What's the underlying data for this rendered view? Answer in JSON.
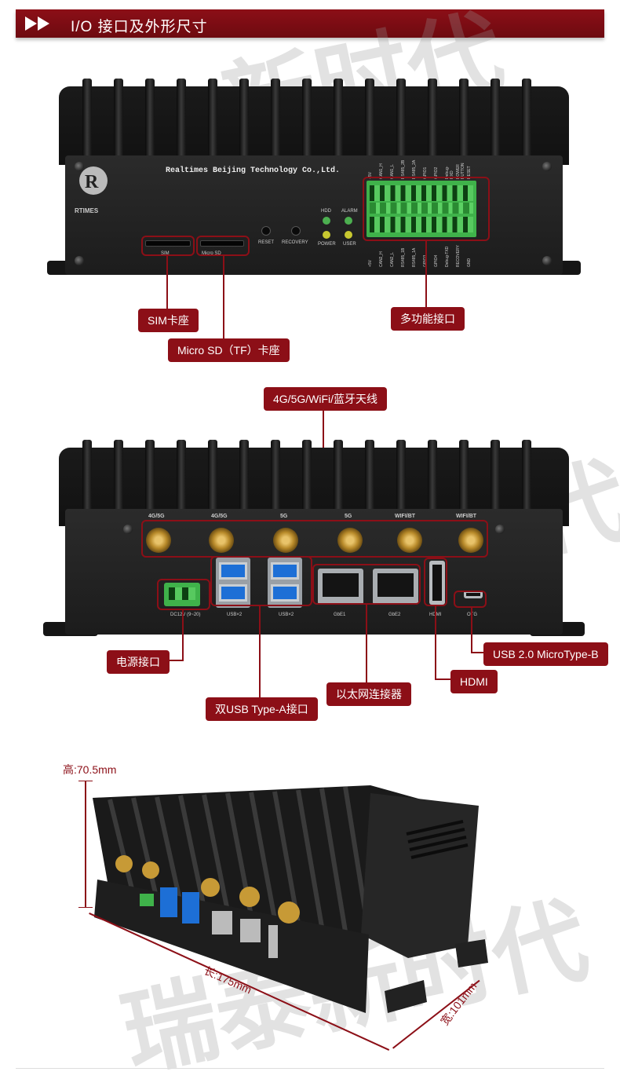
{
  "header": {
    "title": "I/O 接口及外形尺寸"
  },
  "section1": {
    "company": "Realtimes Beijing Technology Co.,Ltd.",
    "logo_text": "RTIMES",
    "led_labels": [
      "HDD",
      "ALARM",
      "POWER",
      "USER"
    ],
    "button_labels": [
      "RESET",
      "RECOVERY"
    ],
    "slot_labels": [
      "SIM",
      "Micro SD"
    ],
    "terminal_top_labels": [
      "+5V",
      "CAN1_H",
      "CAN1_L",
      "RS485_2B",
      "RS485_2A",
      "GPIO1",
      "GPIO2",
      "Debug-RXD",
      "POWER BUTTON",
      "RESET"
    ],
    "terminal_bottom_labels": [
      "+5V",
      "CAN2_H",
      "CAN2_L",
      "RS485_1B",
      "RS485_1A",
      "GPIO3",
      "GPIO4",
      "Debug-TXD",
      "RECOVERY",
      "GND"
    ],
    "callouts": {
      "sim": "SIM卡座",
      "microsd": "Micro SD（TF）卡座",
      "multi": "多功能接口"
    }
  },
  "section2": {
    "antenna_labels": [
      "4G/5G",
      "4G/5G",
      "5G",
      "5G",
      "WIFI/BT",
      "WIFI/BT"
    ],
    "port_labels": [
      "DC12V (9~20)",
      "USB×2",
      "USB×2",
      "GbE1",
      "GbE2",
      "HDMI",
      "OTG"
    ],
    "callouts": {
      "antenna": "4G/5G/WiFi/蓝牙天线",
      "power": "电源接口",
      "usb_a": "双USB Type-A接口",
      "ethernet": "以太网连接器",
      "hdmi": "HDMI",
      "usb_micro": "USB 2.0 MicroType-B"
    }
  },
  "section3": {
    "height": "高:70.5mm",
    "length": "长:175mm",
    "width": "宽:101mm"
  },
  "watermark": "瑞泰新时代",
  "colors": {
    "brand": "#8c0f17",
    "terminal_green": "#3fb24a",
    "usb_blue": "#1d6fd6"
  }
}
